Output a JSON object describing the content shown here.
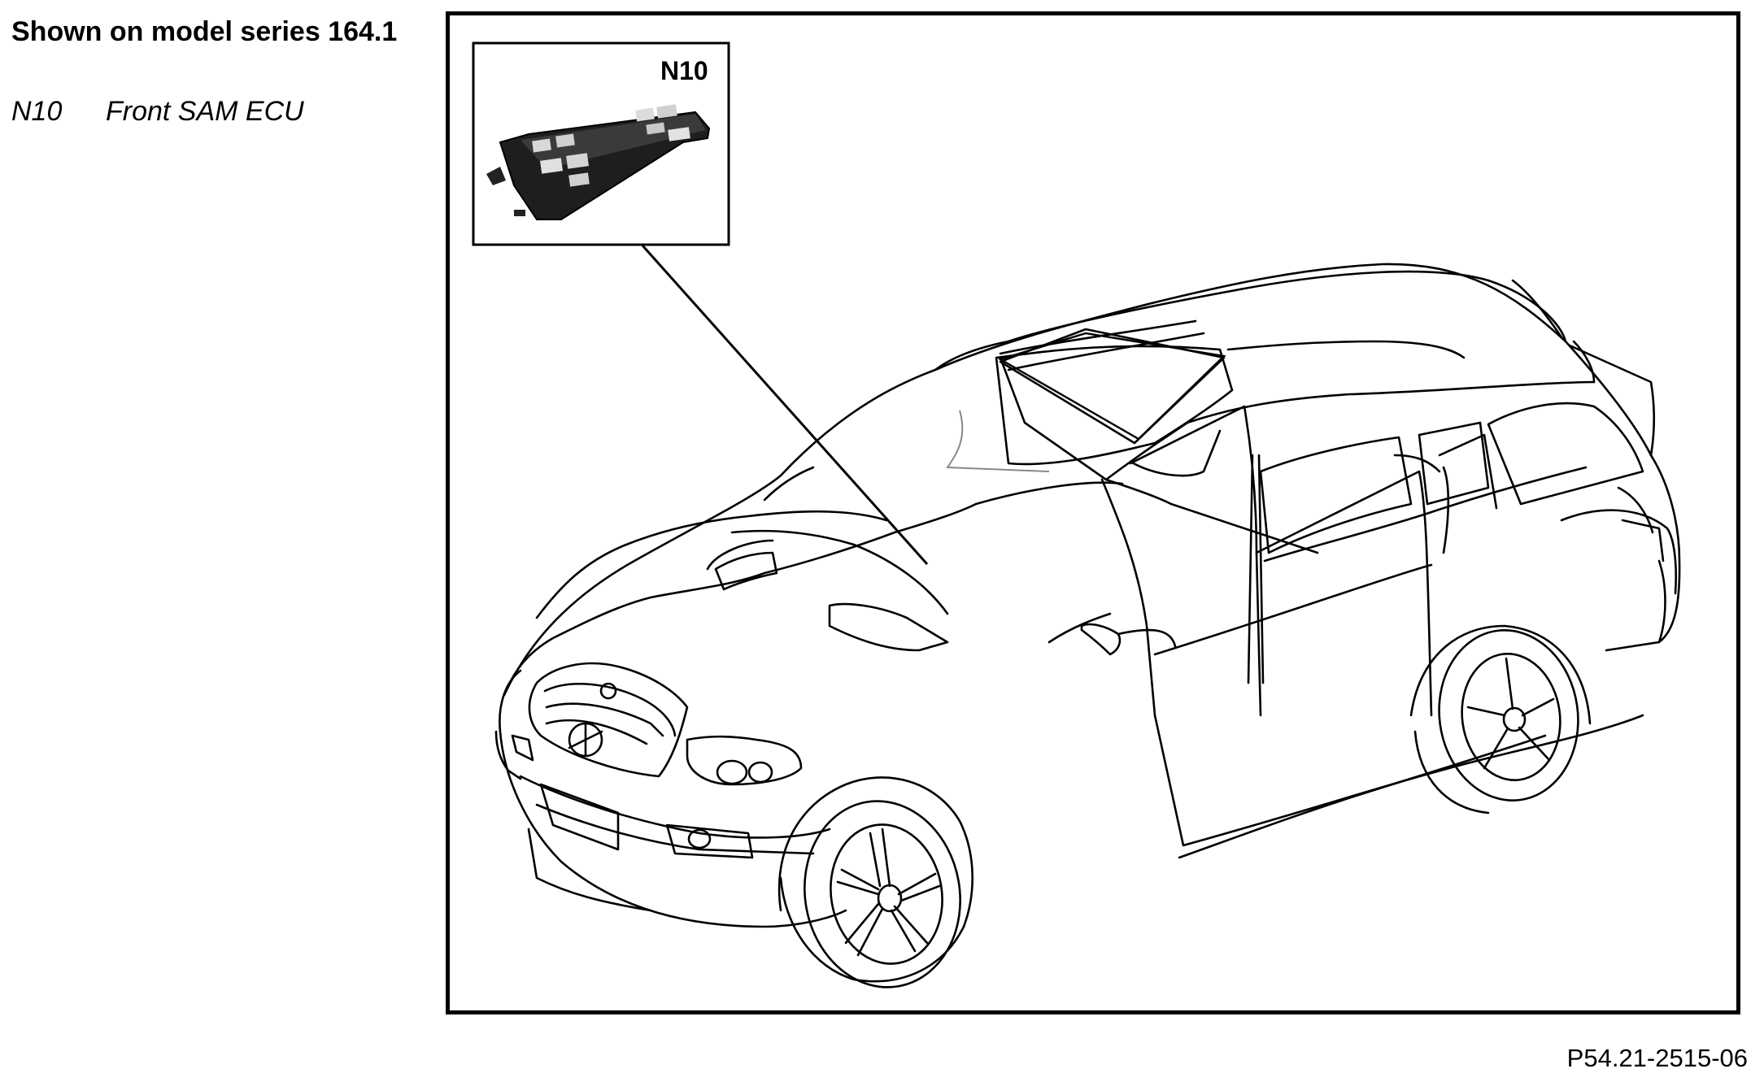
{
  "heading": "Shown on model series 164.1",
  "legend": [
    {
      "code": "N10",
      "description": "Front SAM ECU"
    }
  ],
  "callout": {
    "label": "N10"
  },
  "figure_id": "P54.21-2515-06"
}
